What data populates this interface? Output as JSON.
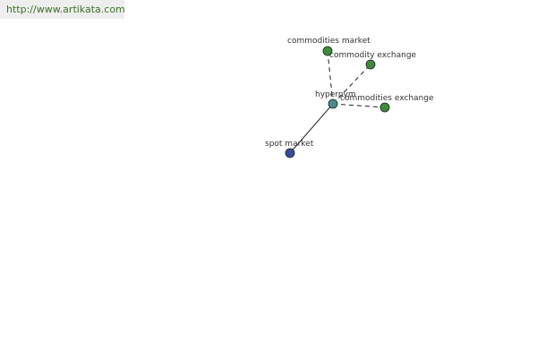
{
  "site": {
    "url": "http://www.artikata.com"
  },
  "graph": {
    "colors": {
      "synonym_node": "#3d8a3d",
      "center_node": "#4a8a8a",
      "hypernym_node": "#3a4aa0",
      "edge": "#222222",
      "node_stroke": "#1a2a1a"
    },
    "center": {
      "label": "hypernym"
    },
    "nodes": [
      {
        "id": "commodities-market",
        "label": "commodities market",
        "relation": "synonym"
      },
      {
        "id": "commodity-exchange",
        "label": "commodity exchange",
        "relation": "synonym"
      },
      {
        "id": "commodities-exchange",
        "label": "commodities exchange",
        "relation": "synonym"
      },
      {
        "id": "spot-market",
        "label": "spot market",
        "relation": "hypernym"
      }
    ]
  }
}
